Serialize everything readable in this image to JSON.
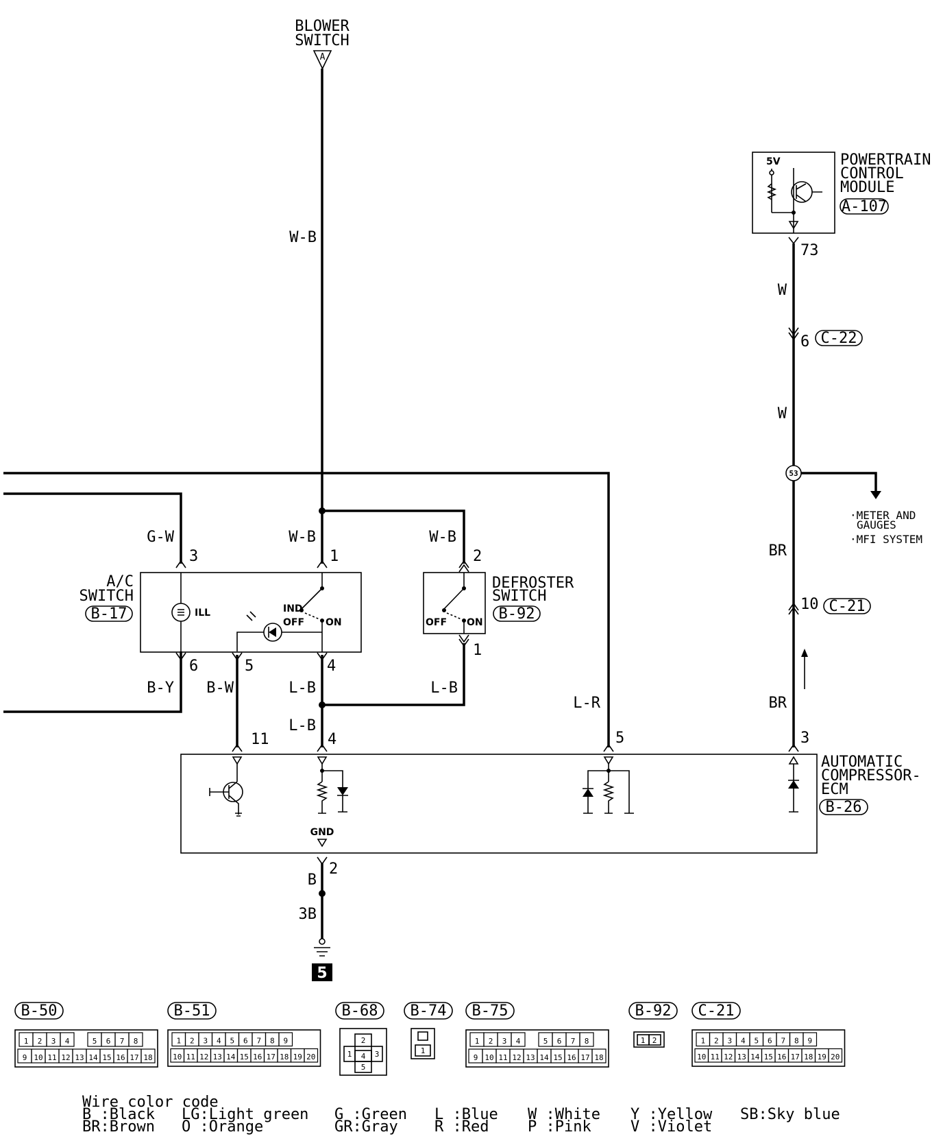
{
  "top_connector": {
    "line1": "BLOWER",
    "line2": "SWITCH",
    "letter": "A"
  },
  "pcm": {
    "line1": "POWERTRAIN",
    "line2": "CONTROL",
    "line3": "MODULE",
    "code": "A-107",
    "voltage": "5V",
    "pin": "73"
  },
  "ac_switch": {
    "line1": "A/C",
    "line2": "SWITCH",
    "code": "B-17",
    "ill": "ILL",
    "ind": "IND",
    "off": "OFF",
    "on": "ON"
  },
  "defroster": {
    "line1": "DEFROSTER",
    "line2": "SWITCH",
    "code": "B-92",
    "off": "OFF",
    "on": "ON"
  },
  "ecm": {
    "line1": "AUTOMATIC",
    "line2": "COMPRESSOR-",
    "line3": "ECM",
    "code": "B-26",
    "gnd": "GND"
  },
  "wires": {
    "wb_main": "W-B",
    "gw": "G-W",
    "wb_ac": "W-B",
    "wb_def": "W-B",
    "by": "B-Y",
    "bw": "B-W",
    "lb_ac": "L-B",
    "lb_def": "L-B",
    "lb_ecm": "L-B",
    "lr": "L-R",
    "w1": "W",
    "w2": "W",
    "br1": "BR",
    "br2": "BR",
    "b_gnd": "B",
    "gnd_code": "3B"
  },
  "pins": {
    "ac_3": "3",
    "ac_1": "1",
    "ac_6": "6",
    "ac_5": "5",
    "ac_4": "4",
    "def_2": "2",
    "def_1": "1",
    "ecm_11": "11",
    "ecm_4": "4",
    "ecm_5": "5",
    "ecm_3": "3",
    "ecm_2": "2",
    "c22_pin": "6",
    "c21_pin": "10"
  },
  "connectors_inline": {
    "c22": "C-22",
    "c21": "C-21"
  },
  "junction": {
    "label": "53",
    "dest1": "·METER AND",
    "dest1b": "GAUGES",
    "dest2": "·MFI SYSTEM"
  },
  "ground_number": "5",
  "connector_diagrams": [
    {
      "code": "B-50",
      "top": [
        "1",
        "2",
        "3",
        "4",
        "5",
        "6",
        "7",
        "8"
      ],
      "bottom": [
        "9",
        "10",
        "11",
        "12",
        "13",
        "14",
        "15",
        "16",
        "17",
        "18"
      ]
    },
    {
      "code": "B-51",
      "top": [
        "1",
        "2",
        "3",
        "4",
        "5",
        "6",
        "7",
        "8",
        "9"
      ],
      "bottom": [
        "10",
        "11",
        "12",
        "13",
        "14",
        "15",
        "16",
        "17",
        "18",
        "19",
        "20"
      ]
    },
    {
      "code": "B-68",
      "pins": [
        "1",
        "2",
        "3",
        "4",
        "5"
      ]
    },
    {
      "code": "B-74",
      "pins": [
        "1"
      ]
    },
    {
      "code": "B-75",
      "top": [
        "1",
        "2",
        "3",
        "4",
        "5",
        "6",
        "7",
        "8"
      ],
      "bottom": [
        "9",
        "10",
        "11",
        "12",
        "13",
        "14",
        "15",
        "16",
        "17",
        "18"
      ]
    },
    {
      "code": "B-92",
      "pins": [
        "1",
        "2"
      ]
    },
    {
      "code": "C-21",
      "top": [
        "1",
        "2",
        "3",
        "4",
        "5",
        "6",
        "7",
        "8",
        "9"
      ],
      "bottom": [
        "10",
        "11",
        "12",
        "13",
        "14",
        "15",
        "16",
        "17",
        "18",
        "19",
        "20"
      ]
    }
  ],
  "wire_color_code": {
    "title": "Wire color code",
    "entries": [
      [
        "B :Black",
        "BR:Brown"
      ],
      [
        "LG:Light green",
        "O :Orange"
      ],
      [
        "G :Green",
        "GR:Gray"
      ],
      [
        "L :Blue",
        "R :Red"
      ],
      [
        "W :White",
        "P :Pink"
      ],
      [
        "Y :Yellow",
        "V :Violet"
      ],
      [
        "SB:Sky blue",
        ""
      ]
    ]
  }
}
